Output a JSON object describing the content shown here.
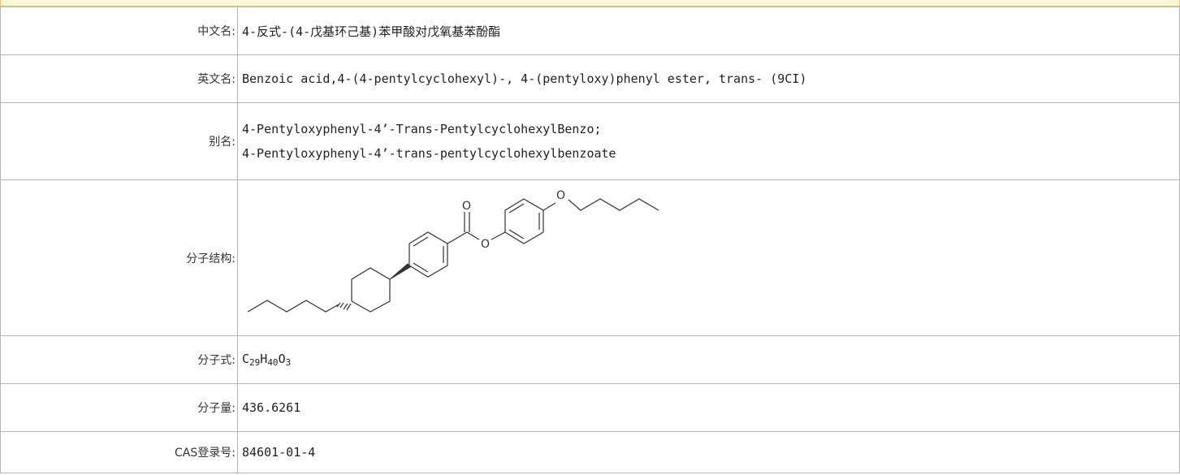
{
  "rows": {
    "chinese_name": {
      "label": "中文名:",
      "value": "4-反式-(4-戊基环己基)苯甲酸对戊氧基苯酚酯"
    },
    "english_name": {
      "label": "英文名:",
      "value": "Benzoic acid,4-(4-pentylcyclohexyl)-, 4-(pentyloxy)phenyl ester, trans- (9CI)"
    },
    "aliases": {
      "label": "别名:",
      "values": [
        "4-Pentyloxyphenyl-4’-Trans-PentylcyclohexylBenzo;",
        "4-Pentyloxyphenyl-4’-trans-pentylcyclohexylbenzoate"
      ]
    },
    "structure": {
      "label": "分子结构:",
      "atom_o": "O"
    },
    "formula": {
      "label": "分子式:",
      "parts": [
        {
          "el": "C",
          "n": "29"
        },
        {
          "el": "H",
          "n": "40"
        },
        {
          "el": "O",
          "n": "3"
        }
      ]
    },
    "weight": {
      "label": "分子量:",
      "value": "436.6261"
    },
    "cas": {
      "label": "CAS登录号:",
      "value": "84601-01-4"
    }
  }
}
